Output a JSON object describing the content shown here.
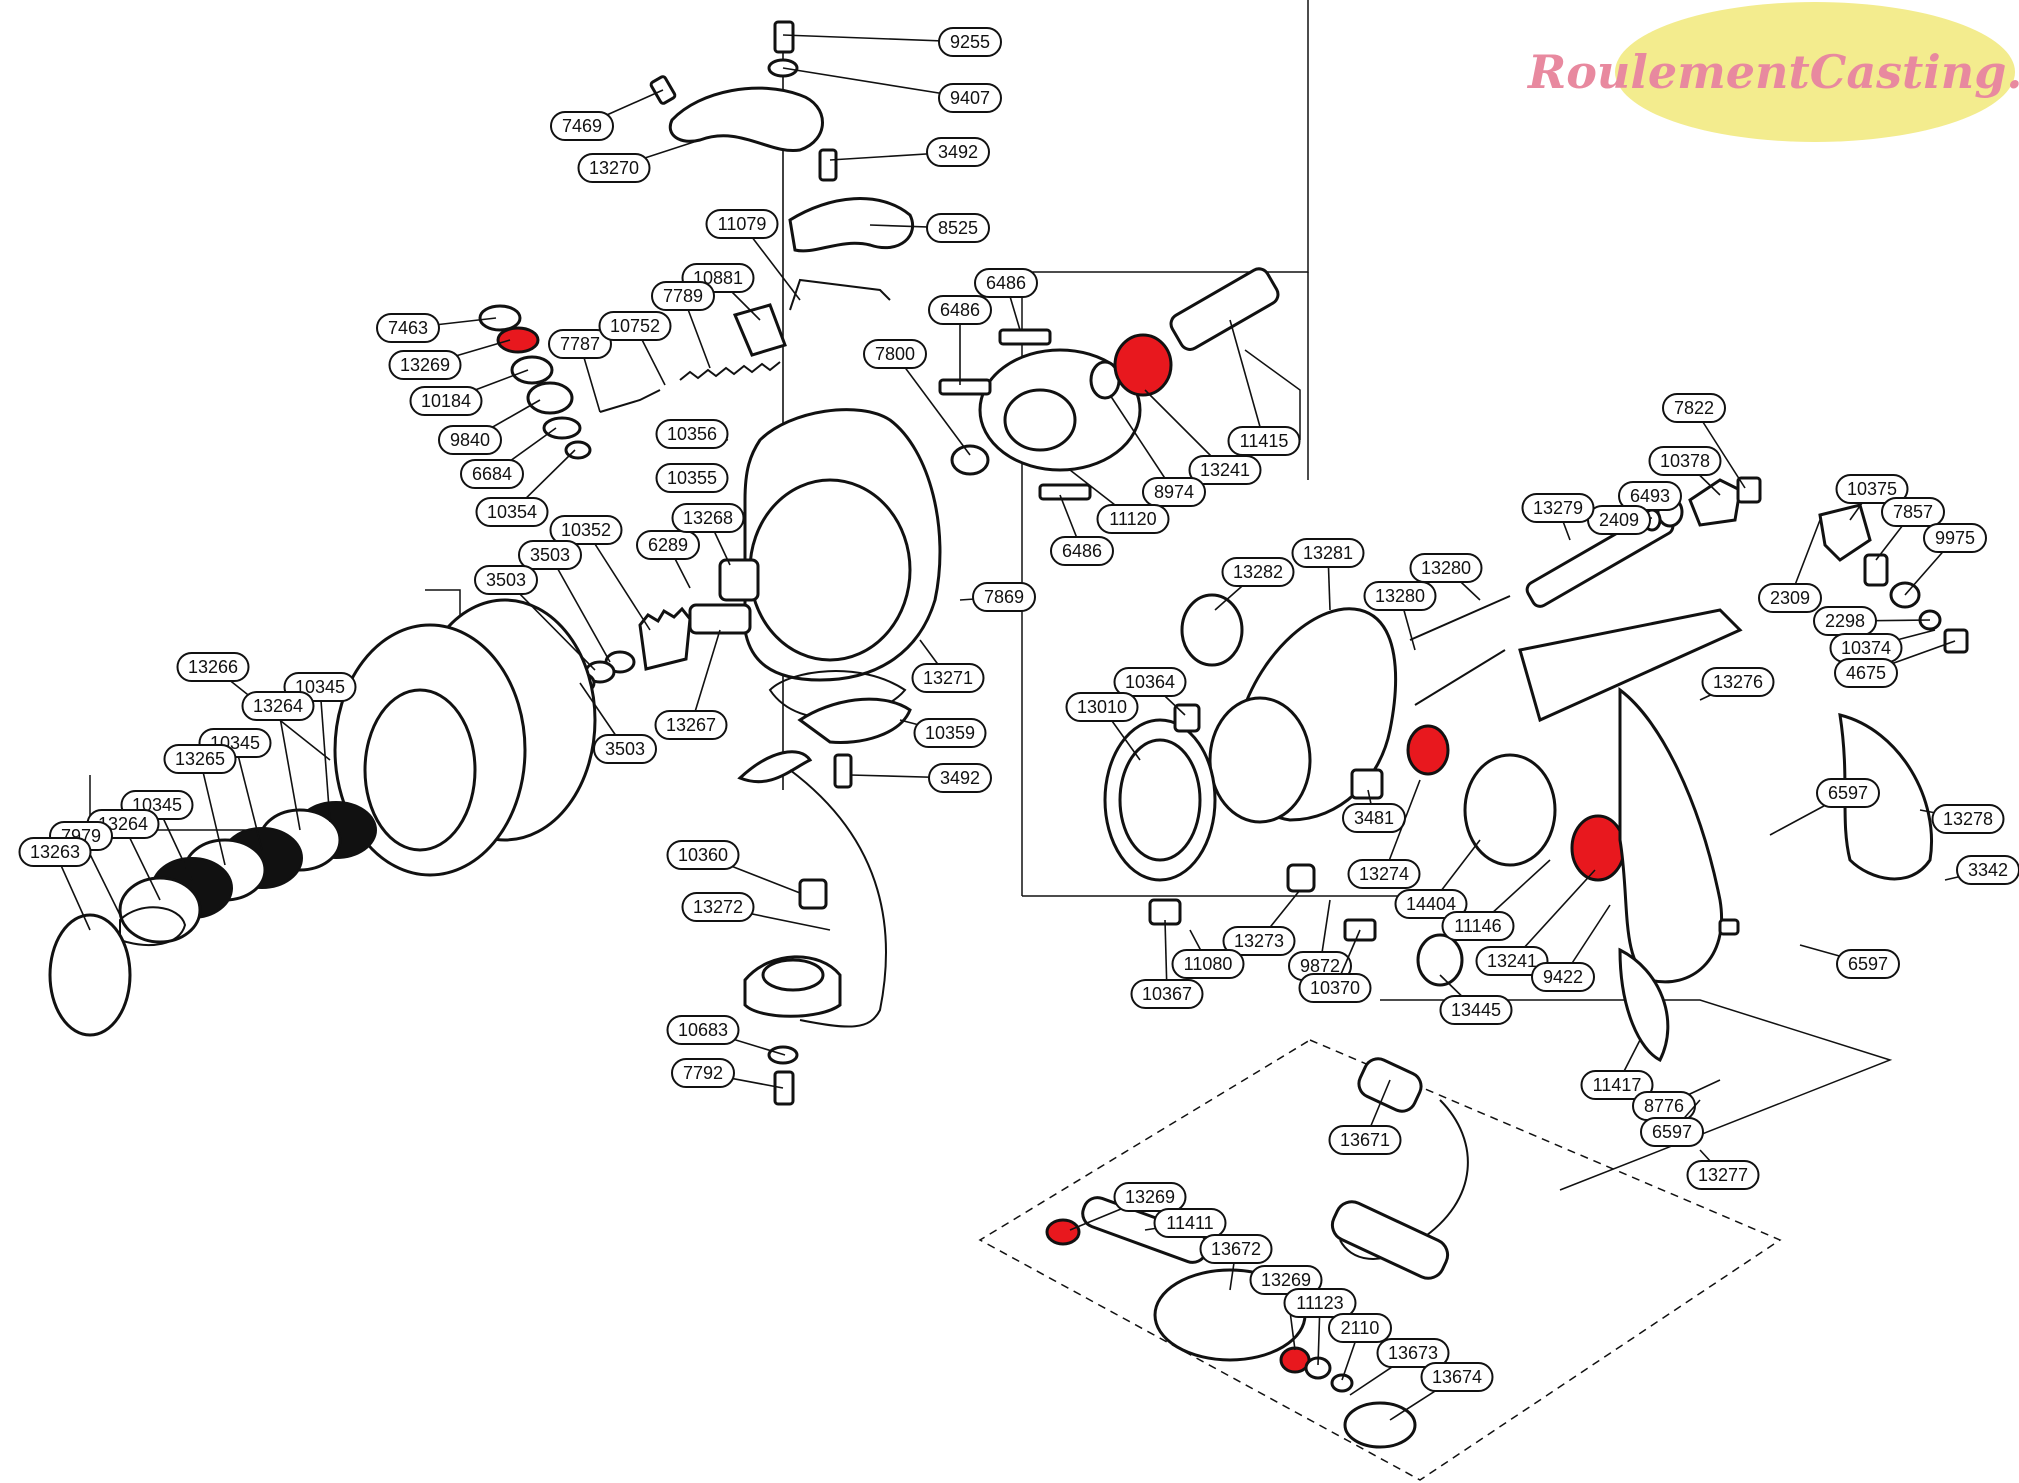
{
  "brand": {
    "logo_text": "RoulementCasting.com",
    "badge_color": "#f3ec8e",
    "text_color": "#e8899f"
  },
  "highlight_color": "#e8181e",
  "part_labels": [
    {
      "id": "9255"
    },
    {
      "id": "9407"
    },
    {
      "id": "7469"
    },
    {
      "id": "13270"
    },
    {
      "id": "3492"
    },
    {
      "id": "8525"
    },
    {
      "id": "11079"
    },
    {
      "id": "10881"
    },
    {
      "id": "7463"
    },
    {
      "id": "13269"
    },
    {
      "id": "10184"
    },
    {
      "id": "9840"
    },
    {
      "id": "6684"
    },
    {
      "id": "10354"
    },
    {
      "id": "7787"
    },
    {
      "id": "10752"
    },
    {
      "id": "7789"
    },
    {
      "id": "6486"
    },
    {
      "id": "6486"
    },
    {
      "id": "7800"
    },
    {
      "id": "10356"
    },
    {
      "id": "10355"
    },
    {
      "id": "11415"
    },
    {
      "id": "13241"
    },
    {
      "id": "8974"
    },
    {
      "id": "11120"
    },
    {
      "id": "6486"
    },
    {
      "id": "10352"
    },
    {
      "id": "3503"
    },
    {
      "id": "3503"
    },
    {
      "id": "6289"
    },
    {
      "id": "13268"
    },
    {
      "id": "7869"
    },
    {
      "id": "13266"
    },
    {
      "id": "10345"
    },
    {
      "id": "13264"
    },
    {
      "id": "10345"
    },
    {
      "id": "13265"
    },
    {
      "id": "10345"
    },
    {
      "id": "13264"
    },
    {
      "id": "7979"
    },
    {
      "id": "13263"
    },
    {
      "id": "3503"
    },
    {
      "id": "13267"
    },
    {
      "id": "13271"
    },
    {
      "id": "10359"
    },
    {
      "id": "3492"
    },
    {
      "id": "10360"
    },
    {
      "id": "13272"
    },
    {
      "id": "10683"
    },
    {
      "id": "7792"
    },
    {
      "id": "7822"
    },
    {
      "id": "10378"
    },
    {
      "id": "6493"
    },
    {
      "id": "2409"
    },
    {
      "id": "13279"
    },
    {
      "id": "10375"
    },
    {
      "id": "7857"
    },
    {
      "id": "9975"
    },
    {
      "id": "2309"
    },
    {
      "id": "2298"
    },
    {
      "id": "10374"
    },
    {
      "id": "4675"
    },
    {
      "id": "13282"
    },
    {
      "id": "13281"
    },
    {
      "id": "13280"
    },
    {
      "id": "13280"
    },
    {
      "id": "10364"
    },
    {
      "id": "13010"
    },
    {
      "id": "13276"
    },
    {
      "id": "6597"
    },
    {
      "id": "13278"
    },
    {
      "id": "3342"
    },
    {
      "id": "3481"
    },
    {
      "id": "13274"
    },
    {
      "id": "14404"
    },
    {
      "id": "11146"
    },
    {
      "id": "13241"
    },
    {
      "id": "9422"
    },
    {
      "id": "6597"
    },
    {
      "id": "13273"
    },
    {
      "id": "9872"
    },
    {
      "id": "11080"
    },
    {
      "id": "10367"
    },
    {
      "id": "10370"
    },
    {
      "id": "13445"
    },
    {
      "id": "11417"
    },
    {
      "id": "8776"
    },
    {
      "id": "6597"
    },
    {
      "id": "13671"
    },
    {
      "id": "13277"
    },
    {
      "id": "13269"
    },
    {
      "id": "11411"
    },
    {
      "id": "13672"
    },
    {
      "id": "13269"
    },
    {
      "id": "11123"
    },
    {
      "id": "2110"
    },
    {
      "id": "13673"
    },
    {
      "id": "13674"
    }
  ]
}
